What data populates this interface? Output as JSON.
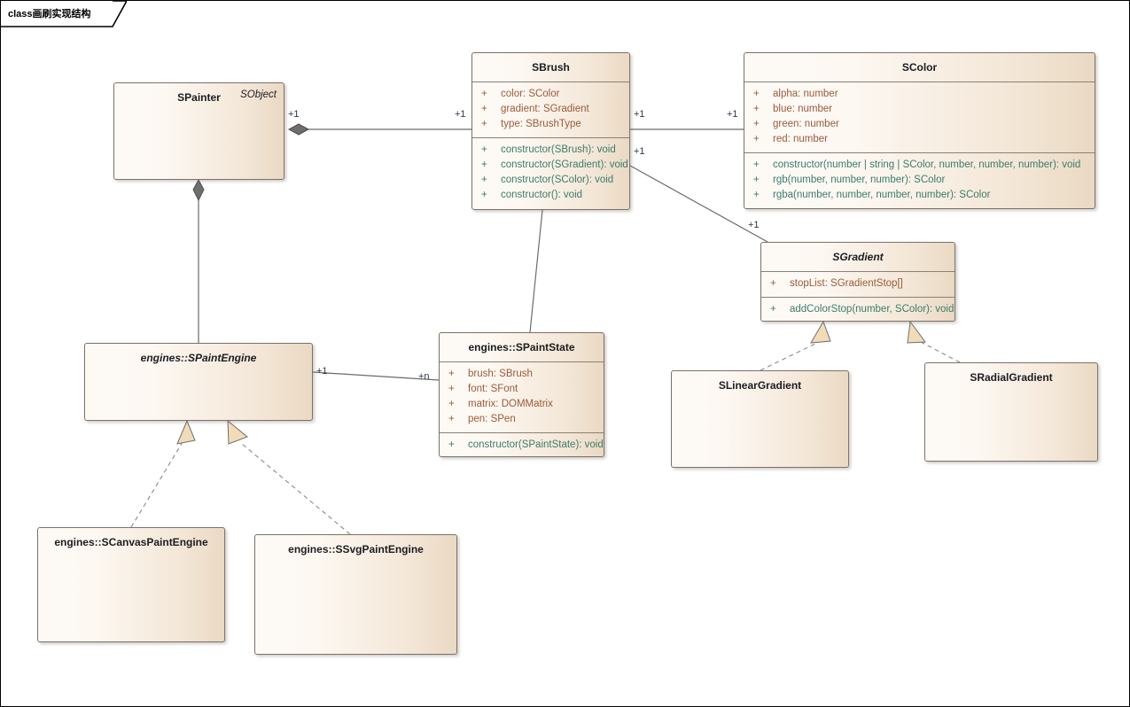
{
  "frame": {
    "label": "class画刷实现结构"
  },
  "classes": {
    "spainter": {
      "name": "SPainter",
      "stereotype": "SObject",
      "abstract": false,
      "attributes": [],
      "operations": []
    },
    "sbrush": {
      "name": "SBrush",
      "abstract": false,
      "attributes": [
        {
          "visibility": "+",
          "text": "color: SColor"
        },
        {
          "visibility": "+",
          "text": "gradient: SGradient"
        },
        {
          "visibility": "+",
          "text": "type: SBrushType"
        }
      ],
      "operations": [
        {
          "visibility": "+",
          "text": "constructor(SBrush): void"
        },
        {
          "visibility": "+",
          "text": "constructor(SGradient): void"
        },
        {
          "visibility": "+",
          "text": "constructor(SColor): void"
        },
        {
          "visibility": "+",
          "text": "constructor(): void"
        }
      ]
    },
    "scolor": {
      "name": "SColor",
      "abstract": false,
      "attributes": [
        {
          "visibility": "+",
          "text": "alpha: number"
        },
        {
          "visibility": "+",
          "text": "blue: number"
        },
        {
          "visibility": "+",
          "text": "green: number"
        },
        {
          "visibility": "+",
          "text": "red: number"
        }
      ],
      "operations": [
        {
          "visibility": "+",
          "text": "constructor(number | string | SColor, number, number, number): void"
        },
        {
          "visibility": "+",
          "text": "rgb(number, number, number): SColor"
        },
        {
          "visibility": "+",
          "text": "rgba(number, number, number, number): SColor"
        }
      ]
    },
    "sgradient": {
      "name": "SGradient",
      "abstract": true,
      "attributes": [
        {
          "visibility": "+",
          "text": "stopList: SGradientStop[]"
        }
      ],
      "operations": [
        {
          "visibility": "+",
          "text": "addColorStop(number, SColor): void"
        }
      ]
    },
    "spaintstate": {
      "name": "engines::SPaintState",
      "abstract": false,
      "attributes": [
        {
          "visibility": "+",
          "text": "brush: SBrush"
        },
        {
          "visibility": "+",
          "text": "font: SFont"
        },
        {
          "visibility": "+",
          "text": "matrix: DOMMatrix"
        },
        {
          "visibility": "+",
          "text": "pen: SPen"
        }
      ],
      "operations": [
        {
          "visibility": "+",
          "text": "constructor(SPaintState): void"
        }
      ]
    },
    "spaintengine": {
      "name": "engines::SPaintEngine",
      "abstract": true,
      "attributes": [],
      "operations": []
    },
    "scanvaspaintengine": {
      "name": "engines::SCanvasPaintEngine",
      "abstract": false,
      "attributes": [],
      "operations": []
    },
    "ssvgpaintengine": {
      "name": "engines::SSvgPaintEngine",
      "abstract": false,
      "attributes": [],
      "operations": []
    },
    "slineargradient": {
      "name": "SLinearGradient",
      "abstract": false,
      "attributes": [],
      "operations": []
    },
    "sradialgradient": {
      "name": "SRadialGradient",
      "abstract": false,
      "attributes": [],
      "operations": []
    }
  },
  "multiplicities": {
    "spainter_brush_source": "+1",
    "spainter_brush_target": "+1",
    "sbrush_scolor_source": "+1",
    "sbrush_scolor_target": "+1",
    "sbrush_sgradient_source": "+1",
    "sbrush_sgradient_target": "+1",
    "spaintengine_state_source": "+1",
    "spaintengine_state_target": "+n"
  },
  "colors": {
    "box_fill_light": "#fdfaf6",
    "box_fill_dark": "#ead9c3",
    "box_border": "#7b7267",
    "attribute_text": "#9a5b3b",
    "operation_text": "#3c7b6c",
    "title_text": "#1c1c20",
    "connector": "#6b6b6b",
    "diamond_fill": "#6e6e6e",
    "triangle_fill": "#f2dcb8",
    "multiplicity_text": "#27364a",
    "canvas": "#ffffff"
  }
}
